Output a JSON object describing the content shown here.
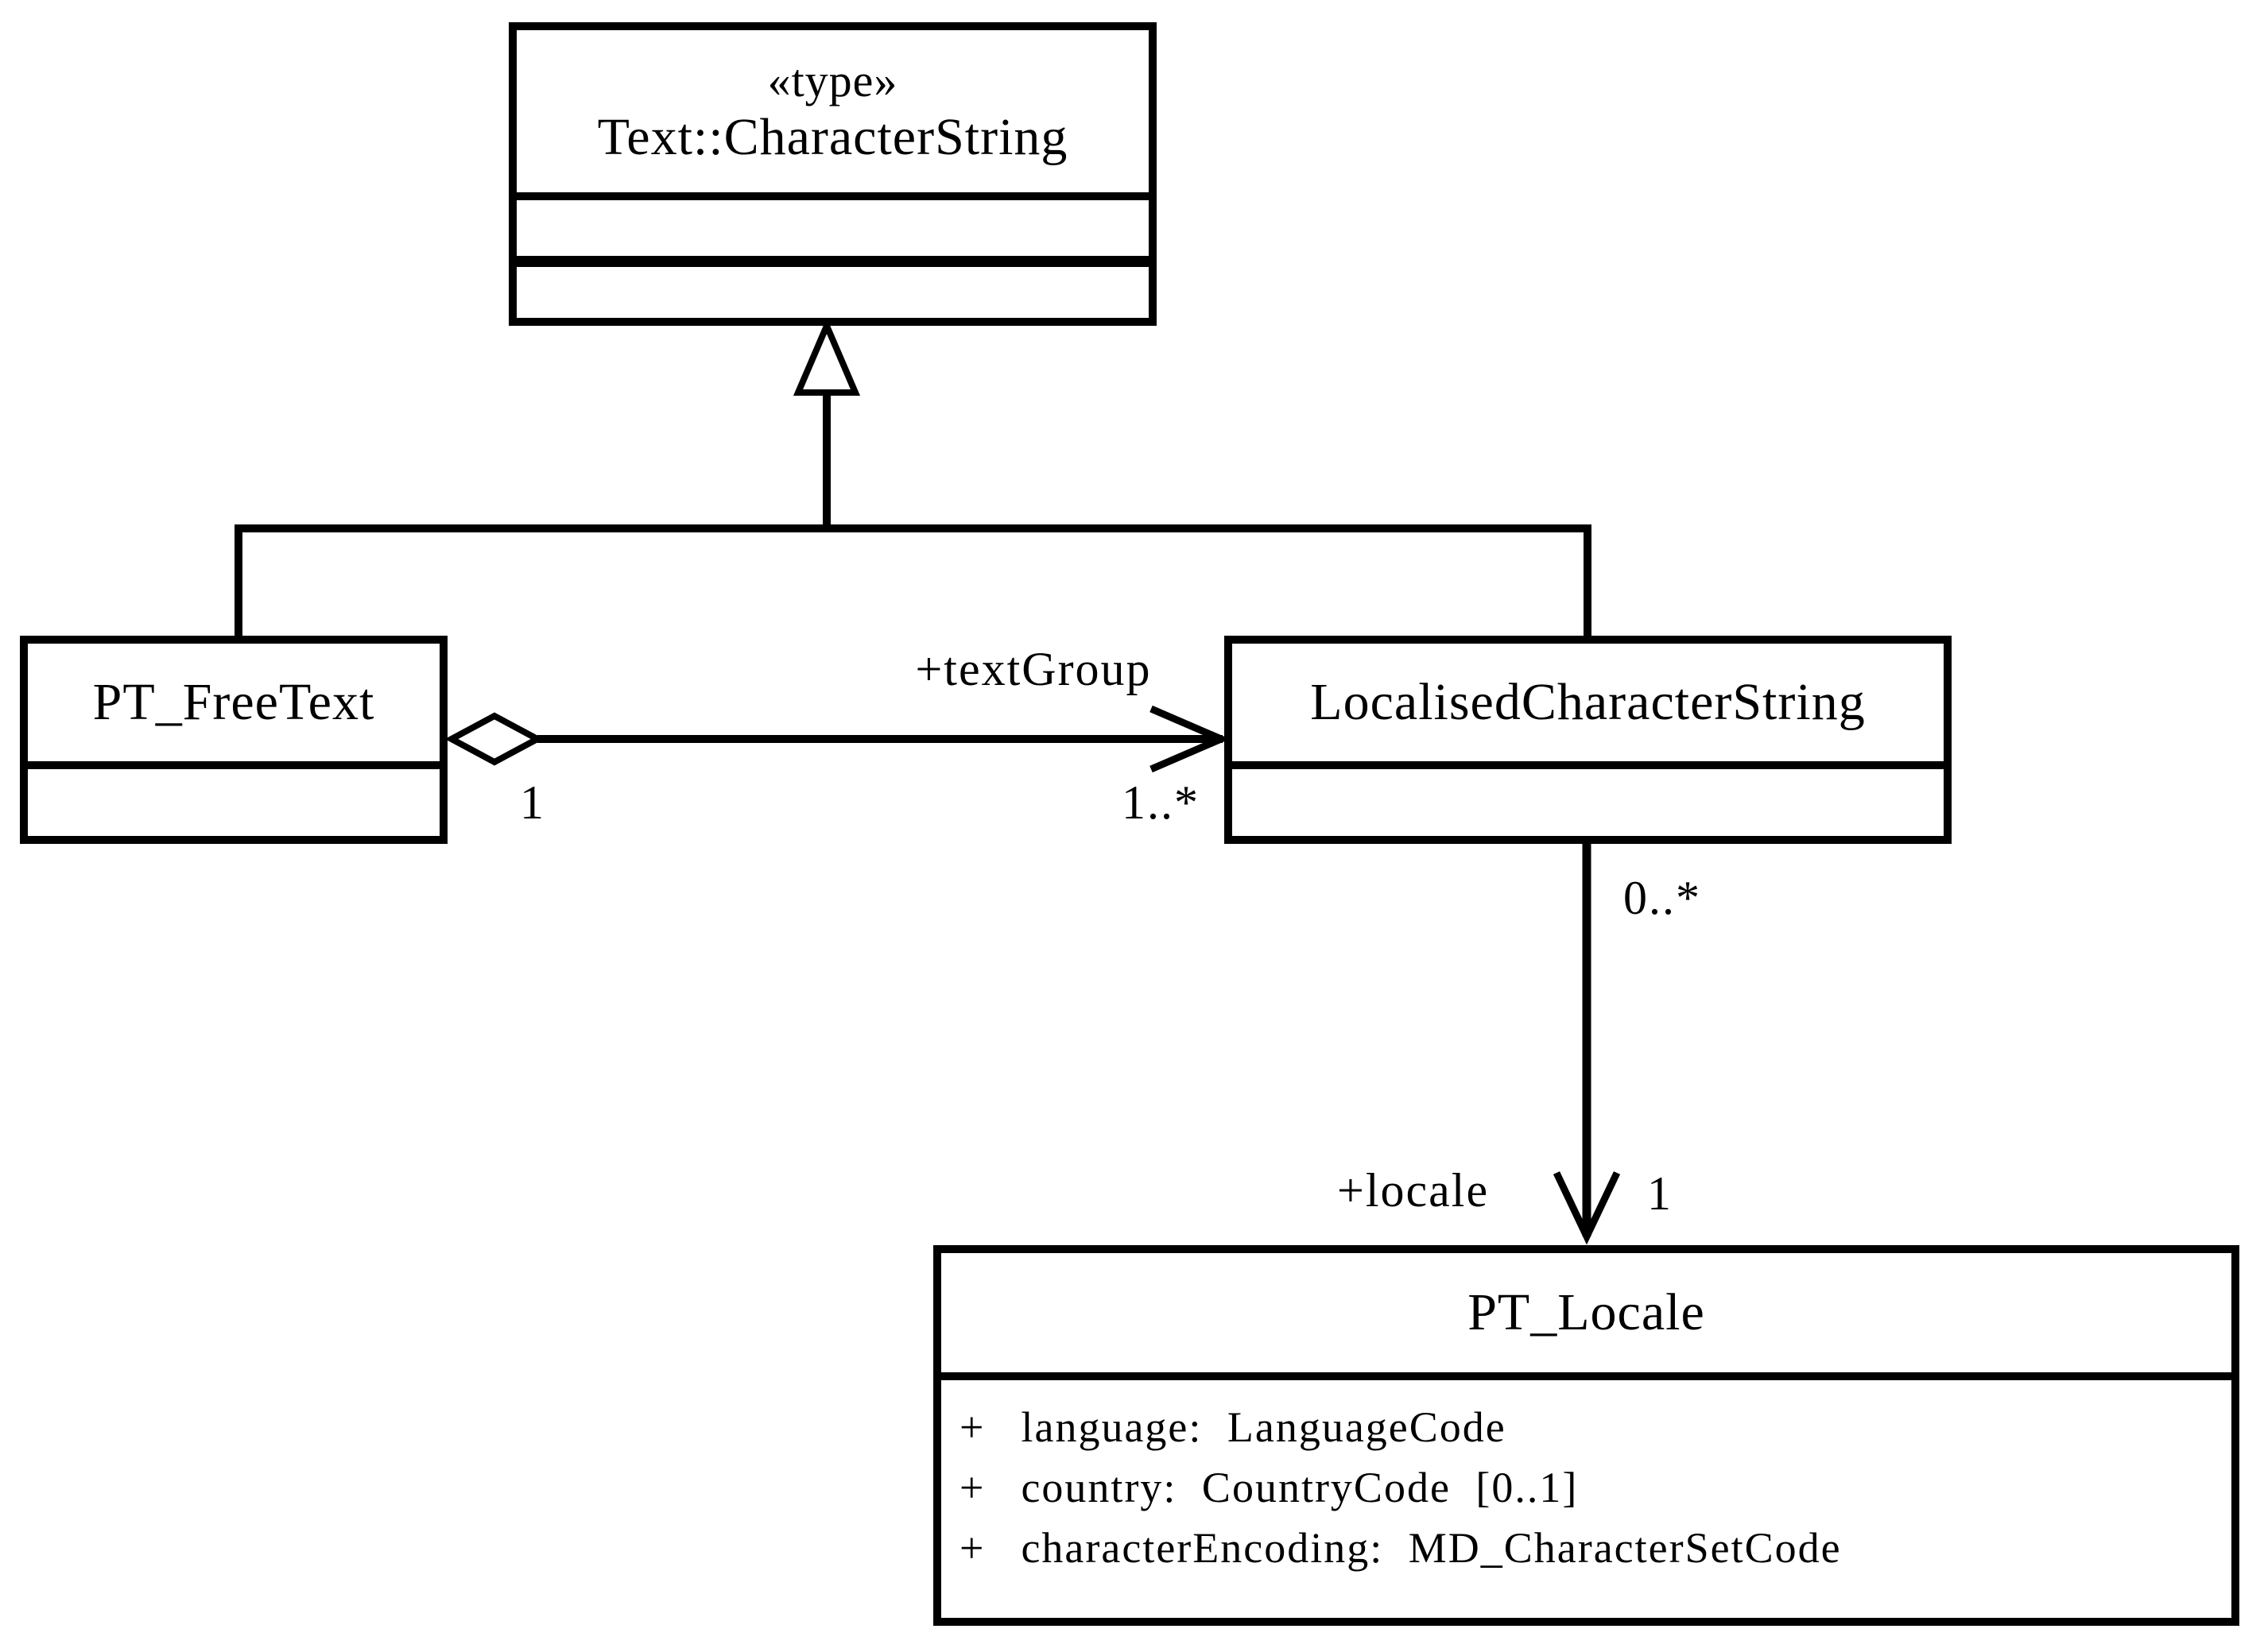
{
  "diagram": {
    "title_class": {
      "stereotype": "«type»",
      "name": "Text::CharacterString"
    },
    "pt_free_text": {
      "name": "PT_FreeText"
    },
    "localised_character_string": {
      "name": "LocalisedCharacterString"
    },
    "pt_locale": {
      "name": "PT_Locale",
      "attributes": [
        {
          "visibility": "+",
          "text": "language: LanguageCode"
        },
        {
          "visibility": "+",
          "text": "country: CountryCode [0..1]"
        },
        {
          "visibility": "+",
          "text": "characterEncoding: MD_CharacterSetCode"
        }
      ]
    },
    "relationships": {
      "text_group": {
        "role": "+textGroup",
        "source_multiplicity": "1",
        "target_multiplicity": "1..*"
      },
      "locale": {
        "source_multiplicity": "0..*",
        "role": "+locale",
        "target_multiplicity": "1"
      }
    },
    "colors": {
      "line": "#000000",
      "text": "#000000",
      "background": "#ffffff"
    }
  }
}
